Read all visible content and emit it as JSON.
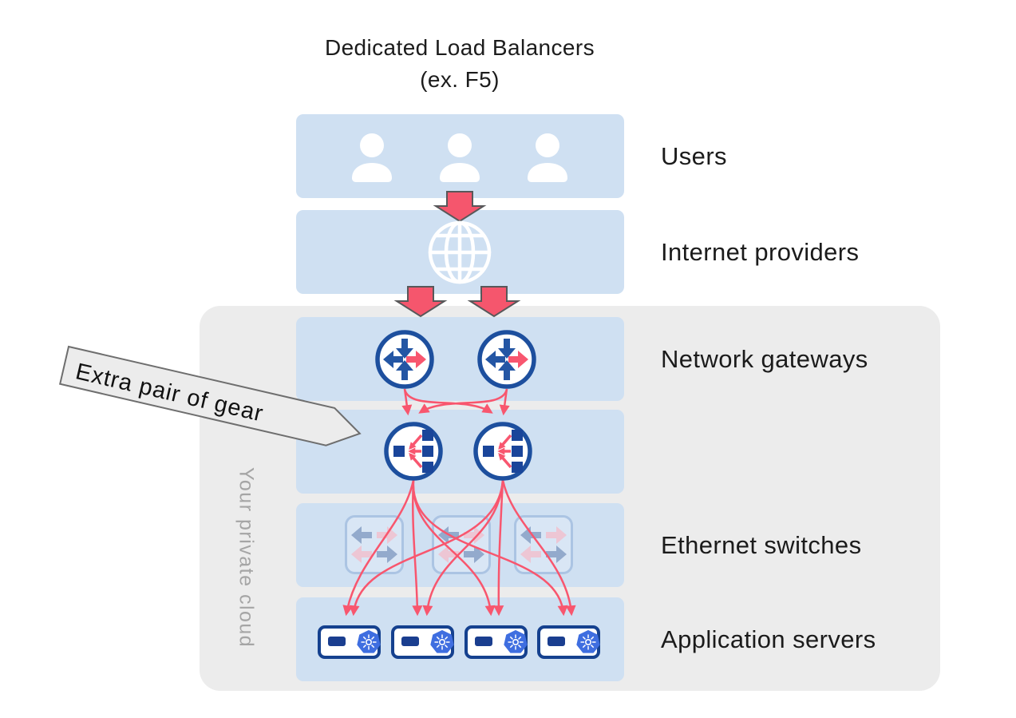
{
  "title": {
    "line1": "Dedicated Load Balancers",
    "line2": "(ex. F5)"
  },
  "private_cloud": {
    "label": "Your private cloud"
  },
  "callout": {
    "label": "Extra pair of gear"
  },
  "layers": {
    "users": {
      "label": "Users",
      "icon": "user-icon",
      "count": 3
    },
    "internet": {
      "label": "Internet providers",
      "icon": "globe-icon",
      "count": 1
    },
    "gateways": {
      "label": "Network gateways",
      "icon": "router-icon",
      "count": 2
    },
    "load_balancers": {
      "label": "",
      "icon": "load-balancer-icon",
      "count": 2
    },
    "switches": {
      "label": "Ethernet switches",
      "icon": "ethernet-switch-icon",
      "count": 3
    },
    "servers": {
      "label": "Application servers",
      "icon": "kubernetes-server-icon",
      "count": 4
    }
  },
  "colors": {
    "row_blue": "#cfe0f2",
    "cloud_gray": "#ececec",
    "navy": "#1d4f9e",
    "arrow_navy": "#2456a4",
    "pink": "#f8566e",
    "block_arrow_fill": "#f5566d",
    "block_arrow_stroke": "#58585a",
    "faded_blue": "#93aacc",
    "faded_pink": "#edc6d4",
    "switch_fill": "#d9e6f5",
    "switch_border": "#abc4e3",
    "kubernetes_blue": "#3f6ee0",
    "label_text": "#1b1b1b",
    "muted_text": "#a5a5a5"
  }
}
